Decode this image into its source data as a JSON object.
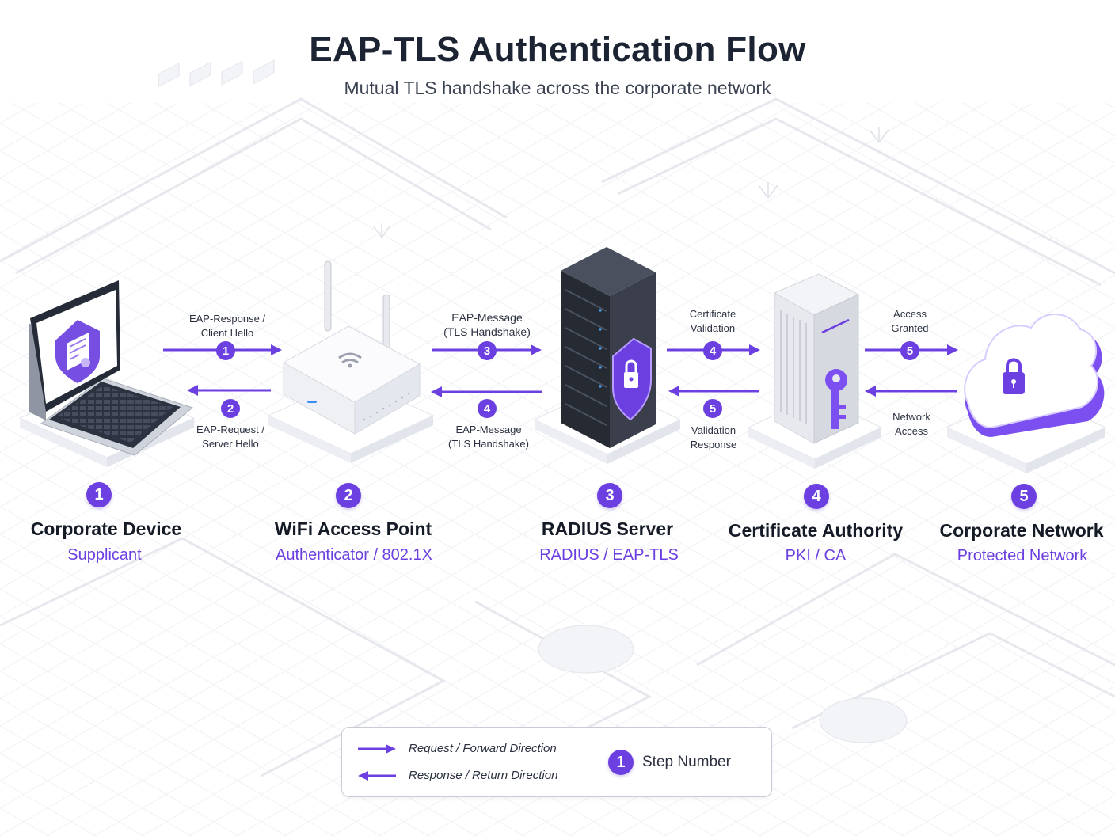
{
  "title": "EAP-TLS Authentication Flow",
  "subtitle": "Mutual TLS handshake across the corporate network",
  "colors": {
    "accent": "#6b3fe0",
    "text": "#1c2433",
    "muted": "#3b4252"
  },
  "nodes": [
    {
      "step": "1",
      "title": "Corporate Device",
      "role": "Supplicant",
      "icon": "laptop-certificate-icon"
    },
    {
      "step": "2",
      "title": "WiFi Access Point",
      "role": "Authenticator / 802.1X",
      "icon": "wifi-router-icon"
    },
    {
      "step": "3",
      "title": "RADIUS Server",
      "role": "RADIUS / EAP-TLS",
      "icon": "server-rack-shield-icon"
    },
    {
      "step": "4",
      "title": "Certificate Authority",
      "role": "PKI / CA",
      "icon": "ca-server-key-icon"
    },
    {
      "step": "5",
      "title": "Corporate Network",
      "role": "Protected Network",
      "icon": "cloud-lock-icon"
    }
  ],
  "flows": {
    "ap_forward": {
      "step": "1",
      "label_line1": "EAP-Response /",
      "label_line2": "Client Hello"
    },
    "ap_return": {
      "step": "2",
      "label_line1": "EAP-Request /",
      "label_line2": "Server Hello"
    },
    "radius_forward": {
      "step": "3",
      "label_line1": "EAP-Message",
      "label_line2": "(TLS Handshake)"
    },
    "radius_return": {
      "step": "4",
      "label_line1": "EAP-Message",
      "label_line2": "(TLS Handshake)"
    },
    "ca_forward": {
      "step": "4",
      "label_line1": "Certificate",
      "label_line2": "Validation"
    },
    "ca_return": {
      "step": "5",
      "label_line1": "Validation",
      "label_line2": "Response"
    },
    "net_forward": {
      "step": "5",
      "label_line1": "Access",
      "label_line2": "Granted"
    },
    "net_return": {
      "label_line1": "Network",
      "label_line2": "Access"
    }
  },
  "legend": {
    "forward_label": "Request / Forward Direction",
    "return_label": "Response / Return Direction",
    "step_badge": "1",
    "step_label": "Step Number"
  }
}
